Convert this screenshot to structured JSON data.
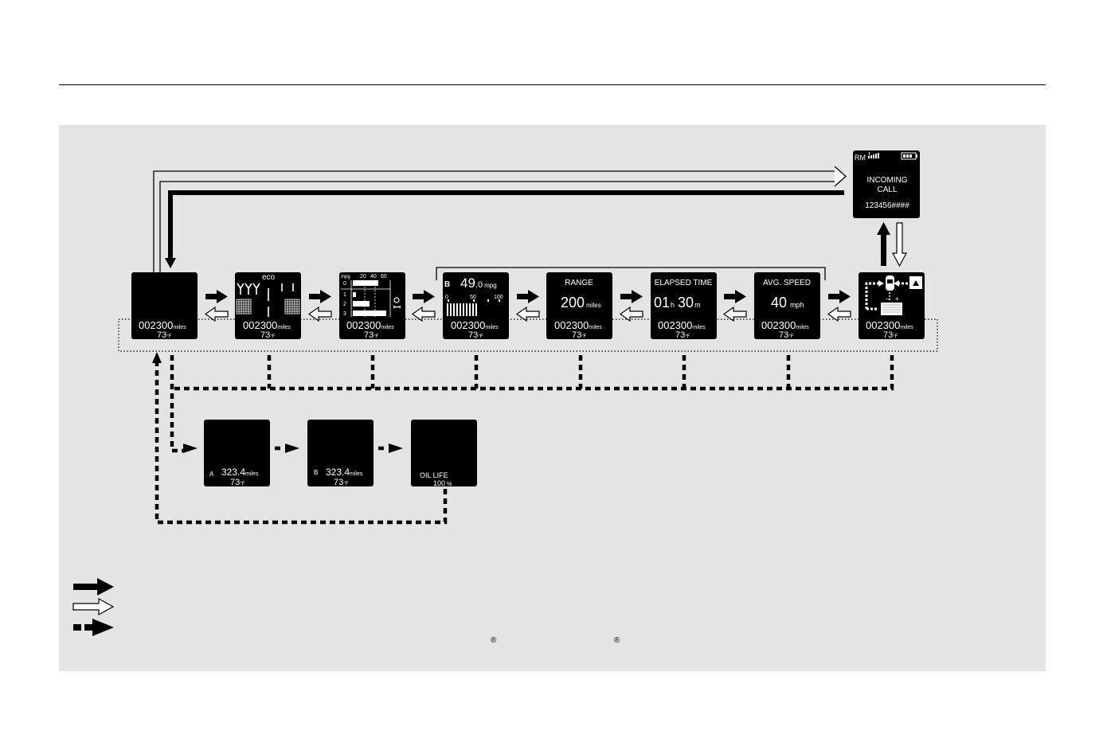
{
  "screens": {
    "main": {
      "odometer": "002300",
      "odo_unit": "miles",
      "temperature": "73",
      "temp_unit": "°F"
    },
    "eco": {
      "title": "eco",
      "odometer": "002300",
      "odo_unit": "miles",
      "temperature": "73",
      "temp_unit": "°F"
    },
    "history": {
      "unit": "mpg",
      "scale": [
        "20",
        "40",
        "60"
      ],
      "rows": [
        "0",
        "1",
        "2",
        "3"
      ],
      "odometer": "002300",
      "odo_unit": "miles",
      "temperature": "73",
      "temp_unit": "°F"
    },
    "fuel": {
      "trip": "B",
      "value_int": "49",
      "value_dec": ".0",
      "unit": "mpg",
      "scale": [
        "0",
        "50",
        "100"
      ],
      "odometer": "002300",
      "odo_unit": "miles",
      "temperature": "73",
      "temp_unit": "°F"
    },
    "range": {
      "title": "RANGE",
      "value": "200",
      "unit": "miles",
      "odometer": "002300",
      "odo_unit": "miles",
      "temperature": "73",
      "temp_unit": "°F"
    },
    "elapsed": {
      "title": "ELAPSED TIME",
      "hours": "01",
      "h": "h",
      "minutes": "30",
      "m": "m",
      "odometer": "002300",
      "odo_unit": "miles",
      "temperature": "73",
      "temp_unit": "°F"
    },
    "avg_speed": {
      "title": "AVG. SPEED",
      "value": "40",
      "unit": "mph",
      "odometer": "002300",
      "odo_unit": "miles",
      "temperature": "73",
      "temp_unit": "°F"
    },
    "energy": {
      "odometer": "002300",
      "odo_unit": "miles",
      "temperature": "73",
      "temp_unit": "°F"
    },
    "call": {
      "status": "RM",
      "line1": "INCOMING",
      "line2": "CALL",
      "number": "123456####"
    },
    "trip_a": {
      "trip": "A",
      "value": "323.4",
      "unit": "miles",
      "temperature": "73",
      "temp_unit": "°F"
    },
    "trip_b": {
      "trip": "B",
      "value": "323.4",
      "unit": "miles",
      "temperature": "73",
      "temp_unit": "°F"
    },
    "oil": {
      "label": "OIL LIFE",
      "value": "100",
      "unit": "%"
    }
  },
  "marks": {
    "registered": "®"
  },
  "colors": {
    "page": "#ffffff",
    "panel": "#e4e4e4",
    "display": "#000000",
    "glyph": "#ffffff"
  }
}
